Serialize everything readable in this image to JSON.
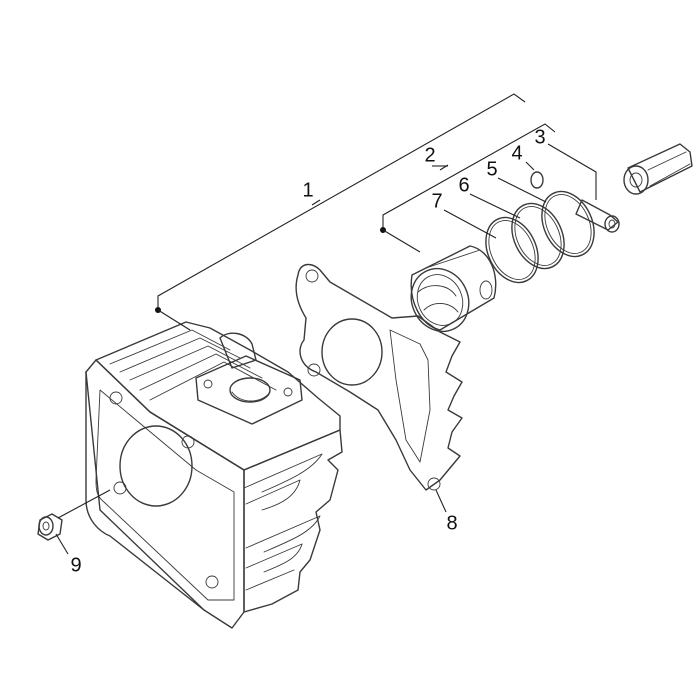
{
  "callouts": {
    "c1": "1",
    "c2": "2",
    "c3": "3",
    "c4": "4",
    "c5": "5",
    "c6": "6",
    "c7": "7",
    "c8": "8",
    "c9": "9"
  },
  "parts": {
    "cylinder": "cylinder-icon",
    "gasket": "gasket-icon",
    "piston": "piston-icon",
    "rings": "piston-rings-icon",
    "pin": "piston-pin-icon",
    "circlip": "circlip-icon",
    "bushing": "bushing-icon",
    "conrod": "connecting-rod-icon"
  },
  "colors": {
    "line": "#3a3a3a",
    "text": "#111111",
    "background": "#ffffff"
  }
}
